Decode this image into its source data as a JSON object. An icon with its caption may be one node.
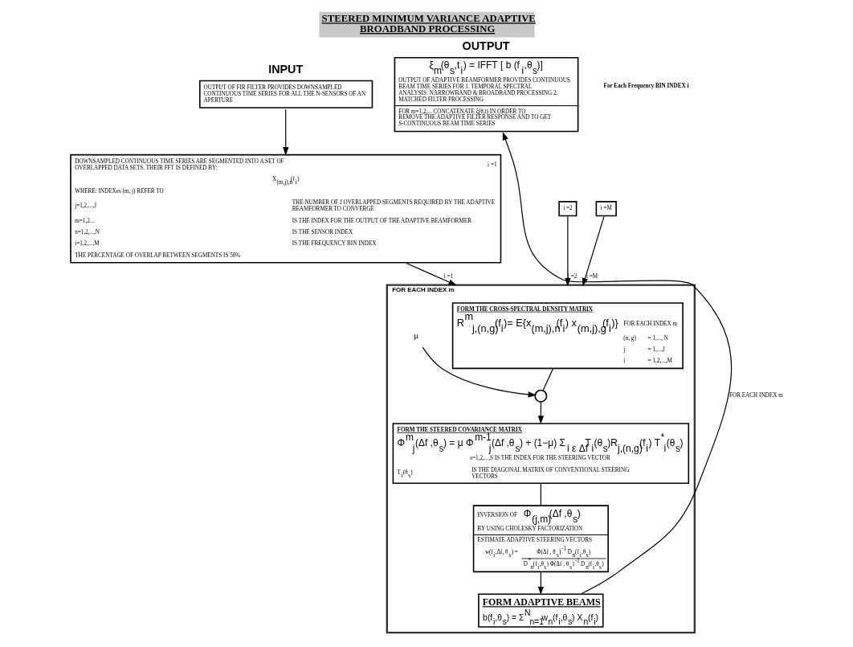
{
  "diagram": {
    "title": "STEERED MINIMUM VARIANCE ADAPTIVE BROADBAND PROCESSING",
    "nodes": [
      {
        "text": [
          "INPUT",
          "OUTPUT OF FIR FILTER PROVIDES DOWNSAMPLED CONTINUOUS TIME SERIES FOR ALL THE N-SENSORS OF AN APERTURE"
        ]
      },
      {
        "text": [
          "i =1",
          "DOWNSAMPLED CONTINUOUS TIME SERIES ARE SEGMENTED INTO A SET OF OVERLAPPED DATA SETS. THEIR FFT IS DEFINED BY:",
          "X$_{(m,j),n}$(f$_{i}$)",
          "WHERE: INDEXes (m, j) REFER TO",
          "j=1,2,...,J",
          "THE NUMBER OF J OVERLAPPED SEGMENTS REQUIRED BY THE ADAPTIVE BEAMFORMER TO CONVERGE",
          "m=1,2...",
          "IS THE INDEX FOR THE OUTPUT OF THE ADAPTIVE BEAMFORMER",
          "n=1,2,...,N",
          "IS THE SENSOR INDEX",
          "i=1,2,...,M",
          "IS THE FREQUENCY BIN INDEX",
          "THE PERCENTAGE OF OVERLAP BETWEEN SEGMENTS IS 50%"
        ]
      },
      {
        "text": [
          "i =2"
        ]
      },
      {
        "text": [
          "i =M"
        ]
      },
      {
        "text": [
          "FOR EACH INDEX m"
        ]
      },
      {
        "text": [
          "FORM THE CROSS-SPECTRAL DENSITY MATRIX",
          "R$^{m}$$_{j,(n,g)}$(f$_{i}$)= E{x$_{(m,j),n}$(f$_{i}$) x$_{(m,j),g}$(f$_{i}$)}",
          "FOR EACH INDEX m",
          "(n, g)",
          "= 1,..., N",
          "j",
          "= 1,...,J",
          "i",
          "= 1,2,...,M"
        ],
        "in": 4
      },
      {
        "text": [],
        "shape": "circle",
        "in": 4
      },
      {
        "text": [
          "μ"
        ],
        "in": 4
      },
      {
        "text": [
          "FORM THE STEERED COVARIANCE MATRIX",
          "Φ$^{m}$$_{j}$(Δf ,θ$_{s}$) = μ Φ$^{m-1}$$_{j}$(Δf ,θ$_{s}$) + (1−μ) Σ$_{i ε Δf}$T$_{i}$(θ$_{s}$)R$_{j,(n,g)}$(f$_{i}$) T$^{*}$$_{i}$(θ$_{s}$)",
          "s=1,2,...,S IS THE INDEX FOR THE STEERING VECTOR",
          "T$_{i}$(θ$_{s}$)",
          "IS THE DIAGONAL MATRIX OF CONVENTIONAL STEERING VECTORS"
        ],
        "in": 4
      },
      {
        "text": [
          "INVERSION OF",
          "Φ$_{(j,m)}$(Δf ,θ$_{s}$)",
          "BY USING CHOLESKY FACTORIZATION",
          "ESTIMATE ADAPTIVE STEERING VECTORS",
          "w(f$_{i}$,Δf, θ$_{s}$) =",
          "Φ(Δf , θ$_{s}$)$^{-1}$ D$_{n}$(f$_{i}$,θ$_{s}$)",
          "D$^{*}$$_{n}$(f$_{i}$,θ$_{s}$) Φ(Δf , θ$_{s}$)$^{-1}$ D$_{n}$(f$_{i}$,θ$_{s}$)"
        ],
        "in": 4
      },
      {
        "text": [
          "FORM ADAPTIVE BEAMS",
          "b(f$_{i}$,θ$_{s}$) = Σ$^{N}$$_{n=1}$w$_{n}$(f$_{i}$,θ$_{s}$) X$_{n}$(f$_{i}$)"
        ],
        "in": 4
      },
      {
        "text": [
          "OUTPUT",
          "ξ$_{m}$(θ$_{s}$,t$_{i}$) = IFFT [ b (f$_{i}$,θ$_{s}$)]",
          "OUTPUT OF ADAPTIVE BEAMFORMER PROVIDES CONTINUOUS BEAM TIME SERIES FOR 1. TEMPORAL SPECTRAL ANALYSIS: NARROWBAND & BROADBAND PROCESSING 2. MATCHED FILTER PROCESSING",
          "FOR m=1,2,... CONCATENATE ξ(θ,t) IN ORDER TO REMOVE THE ADAPTIVE FILTER RESPONSE AND TO GET S-CONTINUOUS BEAM TIME SERIES"
        ]
      }
    ],
    "edges": [
      {
        "from": 0,
        "to": 1,
        "arrow": "to"
      },
      {
        "from": 1,
        "to": 4,
        "arrow": "to",
        "label": "i =1"
      },
      {
        "from": 2,
        "to": 4,
        "arrow": "to",
        "label": "i =2"
      },
      {
        "from": 3,
        "to": 4,
        "arrow": "to",
        "label": "i =M"
      },
      {
        "from": 5,
        "to": 6,
        "arrow": "none"
      },
      {
        "from": 7,
        "to": 6,
        "arrow": "to"
      },
      {
        "from": 6,
        "to": 8,
        "arrow": "to"
      },
      {
        "from": 8,
        "to": 9,
        "arrow": "none"
      },
      {
        "from": 9,
        "to": 10,
        "arrow": "to"
      },
      {
        "from": 10,
        "to": 11,
        "arrow": "to",
        "label": "FOR EACH INDEX m"
      }
    ],
    "labels": [
      "For Each Frequency BIN INDEX i"
    ]
  }
}
